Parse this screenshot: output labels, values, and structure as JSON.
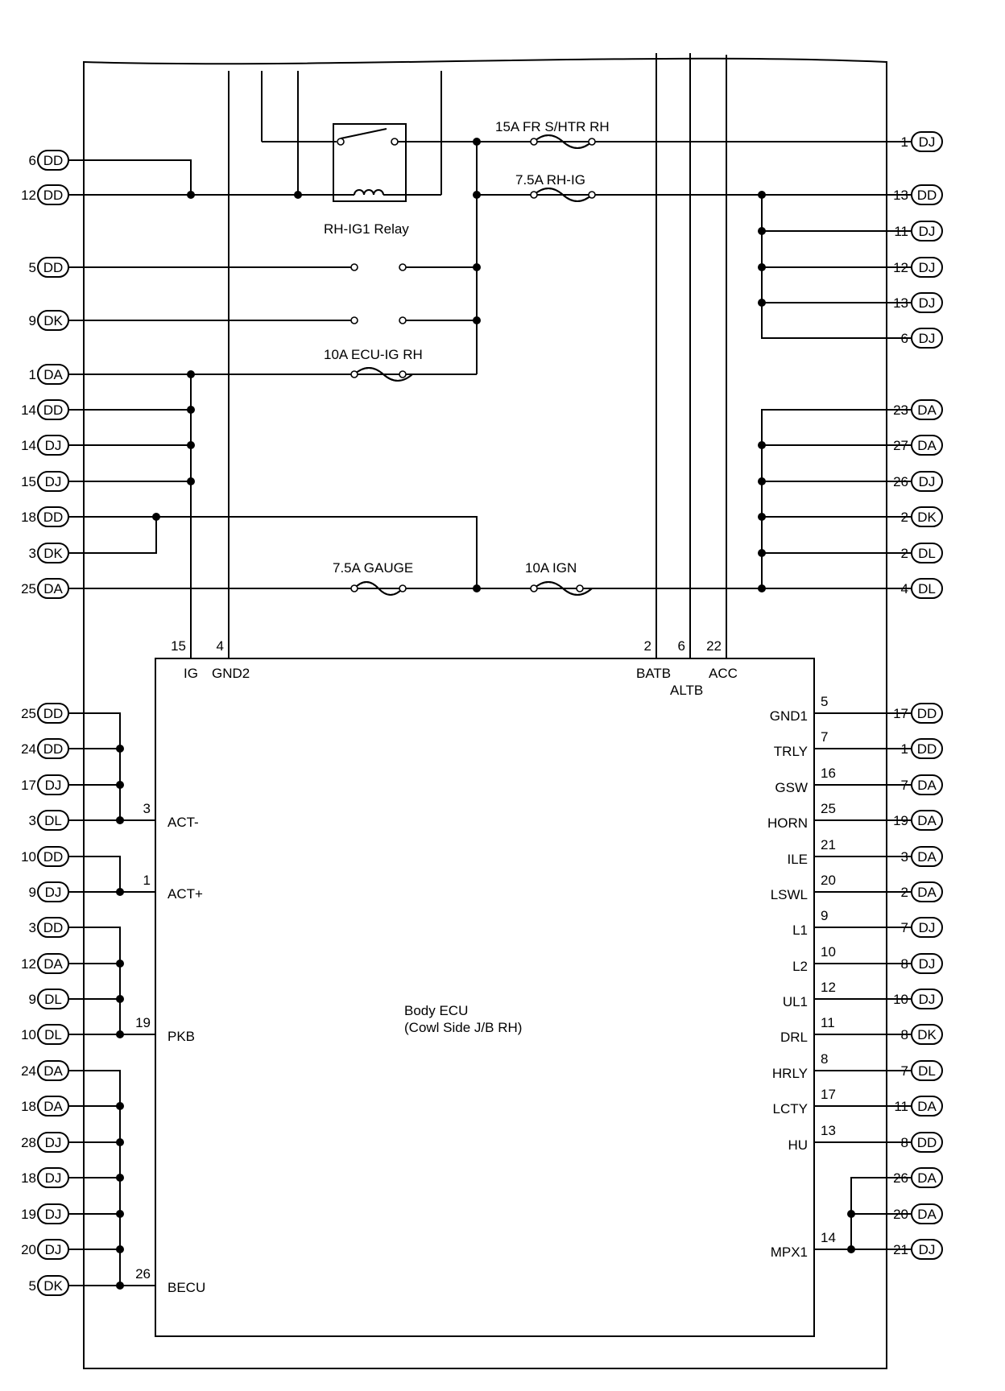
{
  "fuses": {
    "fr_shtr": "15A FR S/HTR RH",
    "rh_ig": "7.5A RH-IG",
    "ecu_ig": "10A ECU-IG RH",
    "gauge": "7.5A GAUGE",
    "ign": "10A IGN"
  },
  "relay": {
    "label": "RH-IG1 Relay"
  },
  "ecu": {
    "title_line1": "Body ECU",
    "title_line2": "(Cowl Side J/B RH)",
    "top_pins": [
      {
        "num": "15",
        "label": "IG"
      },
      {
        "num": "4",
        "label": "GND2"
      },
      {
        "num": "2",
        "label": "BATB"
      },
      {
        "num": "6",
        "label": "ALTB"
      },
      {
        "num": "22",
        "label": "ACC"
      }
    ],
    "left_pins": [
      {
        "num": "3",
        "label": "ACT-"
      },
      {
        "num": "1",
        "label": "ACT+"
      },
      {
        "num": "19",
        "label": "PKB"
      },
      {
        "num": "26",
        "label": "BECU"
      }
    ],
    "right_pins": [
      {
        "num": "5",
        "label": "GND1"
      },
      {
        "num": "7",
        "label": "TRLY"
      },
      {
        "num": "16",
        "label": "GSW"
      },
      {
        "num": "25",
        "label": "HORN"
      },
      {
        "num": "21",
        "label": "ILE"
      },
      {
        "num": "20",
        "label": "LSWL"
      },
      {
        "num": "9",
        "label": "L1"
      },
      {
        "num": "10",
        "label": "L2"
      },
      {
        "num": "12",
        "label": "UL1"
      },
      {
        "num": "11",
        "label": "DRL"
      },
      {
        "num": "8",
        "label": "HRLY"
      },
      {
        "num": "17",
        "label": "LCTY"
      },
      {
        "num": "13",
        "label": "HU"
      },
      {
        "num": "14",
        "label": "MPX1"
      }
    ]
  },
  "left_connectors": [
    {
      "pin": "6",
      "conn": "DD"
    },
    {
      "pin": "12",
      "conn": "DD"
    },
    {
      "pin": "5",
      "conn": "DD"
    },
    {
      "pin": "9",
      "conn": "DK"
    },
    {
      "pin": "1",
      "conn": "DA"
    },
    {
      "pin": "14",
      "conn": "DD"
    },
    {
      "pin": "14",
      "conn": "DJ"
    },
    {
      "pin": "15",
      "conn": "DJ"
    },
    {
      "pin": "18",
      "conn": "DD"
    },
    {
      "pin": "3",
      "conn": "DK"
    },
    {
      "pin": "25",
      "conn": "DA"
    },
    {
      "pin": "25",
      "conn": "DD"
    },
    {
      "pin": "24",
      "conn": "DD"
    },
    {
      "pin": "17",
      "conn": "DJ"
    },
    {
      "pin": "3",
      "conn": "DL"
    },
    {
      "pin": "10",
      "conn": "DD"
    },
    {
      "pin": "9",
      "conn": "DJ"
    },
    {
      "pin": "3",
      "conn": "DD"
    },
    {
      "pin": "12",
      "conn": "DA"
    },
    {
      "pin": "9",
      "conn": "DL"
    },
    {
      "pin": "10",
      "conn": "DL"
    },
    {
      "pin": "24",
      "conn": "DA"
    },
    {
      "pin": "18",
      "conn": "DA"
    },
    {
      "pin": "28",
      "conn": "DJ"
    },
    {
      "pin": "18",
      "conn": "DJ"
    },
    {
      "pin": "19",
      "conn": "DJ"
    },
    {
      "pin": "20",
      "conn": "DJ"
    },
    {
      "pin": "5",
      "conn": "DK"
    }
  ],
  "right_connectors": [
    {
      "pin": "1",
      "conn": "DJ"
    },
    {
      "pin": "13",
      "conn": "DD"
    },
    {
      "pin": "11",
      "conn": "DJ"
    },
    {
      "pin": "12",
      "conn": "DJ"
    },
    {
      "pin": "13",
      "conn": "DJ"
    },
    {
      "pin": "6",
      "conn": "DJ"
    },
    {
      "pin": "23",
      "conn": "DA"
    },
    {
      "pin": "27",
      "conn": "DA"
    },
    {
      "pin": "26",
      "conn": "DJ"
    },
    {
      "pin": "2",
      "conn": "DK"
    },
    {
      "pin": "2",
      "conn": "DL"
    },
    {
      "pin": "4",
      "conn": "DL"
    },
    {
      "pin": "17",
      "conn": "DD"
    },
    {
      "pin": "1",
      "conn": "DD"
    },
    {
      "pin": "7",
      "conn": "DA"
    },
    {
      "pin": "19",
      "conn": "DA"
    },
    {
      "pin": "3",
      "conn": "DA"
    },
    {
      "pin": "2",
      "conn": "DA"
    },
    {
      "pin": "7",
      "conn": "DJ"
    },
    {
      "pin": "8",
      "conn": "DJ"
    },
    {
      "pin": "10",
      "conn": "DJ"
    },
    {
      "pin": "8",
      "conn": "DK"
    },
    {
      "pin": "7",
      "conn": "DL"
    },
    {
      "pin": "11",
      "conn": "DA"
    },
    {
      "pin": "8",
      "conn": "DD"
    },
    {
      "pin": "26",
      "conn": "DA"
    },
    {
      "pin": "20",
      "conn": "DA"
    },
    {
      "pin": "21",
      "conn": "DJ"
    }
  ]
}
